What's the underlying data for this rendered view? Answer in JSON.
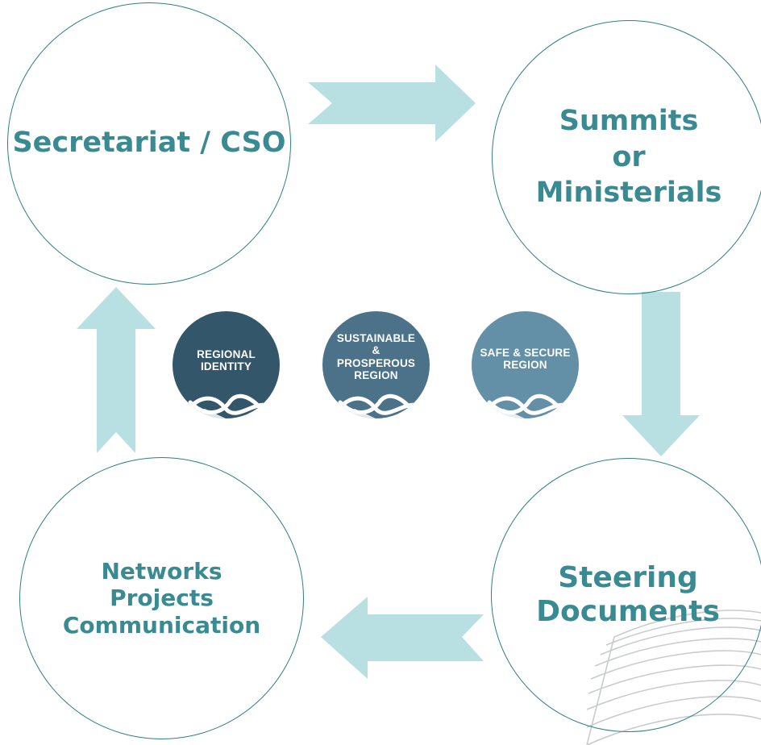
{
  "colors": {
    "arrow": "#b8dfe2",
    "circle_border": "#2e7f88",
    "circle_text": "#3a8a92",
    "pillar_1": "#33566a",
    "pillar_2": "#4b7289",
    "pillar_3": "#6390a6",
    "pages_stroke": "#c9cccc"
  },
  "cycle": {
    "top_left": {
      "lines": [
        "Secretariat / CSO"
      ]
    },
    "top_right": {
      "lines": [
        "Summits",
        "or",
        "Ministerials"
      ]
    },
    "bottom_right": {
      "lines": [
        "Steering",
        "Documents"
      ]
    },
    "bottom_left": {
      "lines": [
        "Networks",
        "Projects",
        "Communication"
      ]
    }
  },
  "arrows": {
    "top": "right",
    "right": "down",
    "bottom": "left",
    "left": "up"
  },
  "pillars": [
    {
      "lines": [
        "REGIONAL",
        "IDENTITY"
      ]
    },
    {
      "lines": [
        "SUSTAINABLE",
        "&",
        "PROSPEROUS",
        "REGION"
      ]
    },
    {
      "lines": [
        "SAFE & SECURE",
        "REGION"
      ]
    }
  ]
}
